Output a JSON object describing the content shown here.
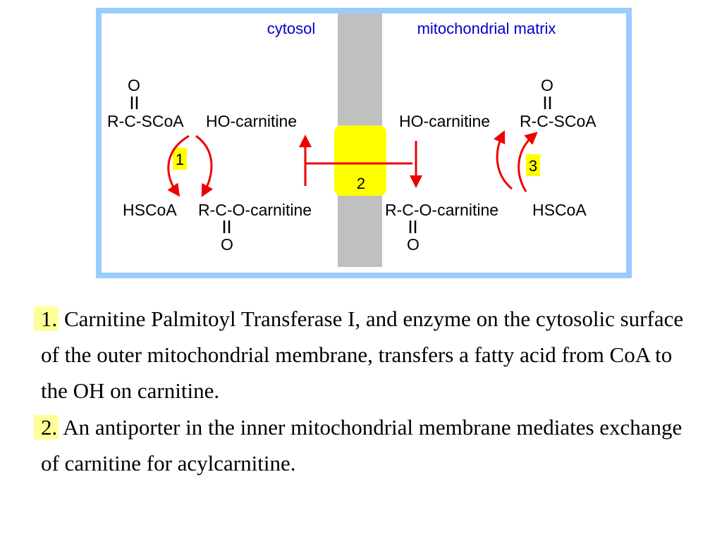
{
  "colors": {
    "frame": "#99ccff",
    "membrane": "#c0c0c0",
    "antiporter": "#ffff00",
    "arrows": "#ee0000",
    "region_labels": "#0000cc",
    "number_highlight": "#ffff99"
  },
  "regions": {
    "left": "cytosol",
    "right": "mitochondrial matrix"
  },
  "left_side": {
    "top_o": "O",
    "acyl_coa": "R-C-SCoA",
    "carnitine": "HO-carnitine",
    "step": "1",
    "hscoa": "HSCoA",
    "acylcarnitine": "R-C-O-carnitine",
    "bottom_o": "O"
  },
  "transporter": {
    "step": "2"
  },
  "right_side": {
    "carnitine": "HO-carnitine",
    "top_o": "O",
    "acyl_coa": "R-C-SCoA",
    "step": "3",
    "acylcarnitine": "R-C-O-carnitine",
    "hscoa": "HSCoA",
    "bottom_o": "O"
  },
  "captions": [
    {
      "number": "1.",
      "text": " Carnitine Palmitoyl Transferase I, and enzyme on the cytosolic surface of the outer mitochondrial membrane, transfers a fatty acid from CoA to the OH on carnitine."
    },
    {
      "number": "2.",
      "text": " An antiporter in the inner mitochondrial membrane mediates exchange of carnitine for acylcarnitine."
    }
  ]
}
